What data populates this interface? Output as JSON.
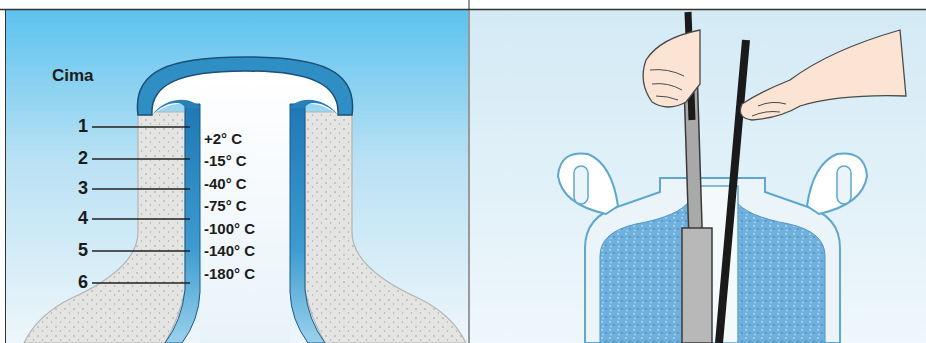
{
  "diagram": {
    "labels": [
      "Cima",
      "1",
      "2",
      "3",
      "4",
      "5",
      "6",
      "+2° C",
      "-15° C",
      "-40° C",
      "-75° C",
      "-100° C",
      "-140° C",
      "-180° C"
    ]
  }
}
